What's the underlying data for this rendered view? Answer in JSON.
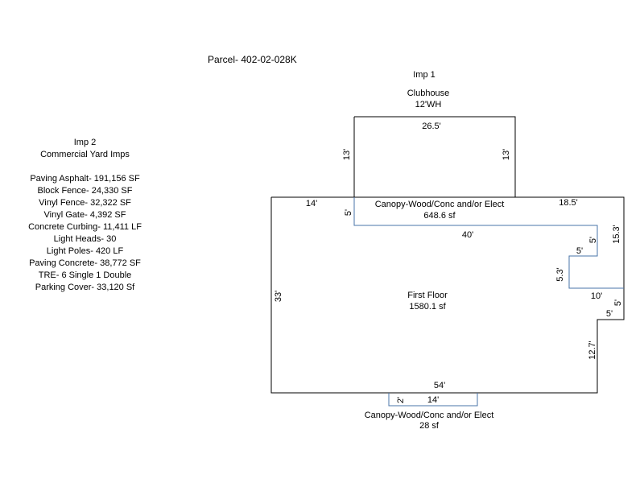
{
  "parcel": {
    "title": "Parcel- 402-02-028K"
  },
  "colors": {
    "outline": "#000000",
    "canopy": "#4a74a8"
  },
  "improvement1": {
    "label": "Imp 1",
    "name": "Clubhouse",
    "height": "12'WH"
  },
  "improvement2": {
    "label": "Imp 2",
    "name": "Commercial Yard Imps",
    "items": [
      "Paving Asphalt-  191,156 SF",
      "Block Fence- 24,330  SF",
      "Vinyl Fence- 32,322   SF",
      "Vinyl Gate- 4,392  SF",
      "Concrete Curbing- 11,411  LF",
      "Light Heads- 30",
      "Light Poles-  420 LF",
      "Paving Concrete- 38,772  SF",
      "TRE- 6 Single 1 Double",
      "Parking Cover- 33,120 Sf"
    ]
  },
  "areas": {
    "canopy_top": {
      "label": "Canopy-Wood/Conc and/or Elect",
      "area": "648.6 sf"
    },
    "first_floor": {
      "label": "First Floor",
      "area": "1580.1 sf"
    },
    "canopy_bottom": {
      "label": "Canopy-Wood/Conc and/or Elect",
      "area": "28 sf"
    }
  },
  "dims": {
    "clubhouse_top": "26.5'",
    "clubhouse_left": "13'",
    "clubhouse_right": "13'",
    "main_top_left": "14'",
    "main_top_right": "18.5'",
    "canopy_left": "5'",
    "canopy_width": "40'",
    "right_upper": "15.3'",
    "canopy_right": "5'",
    "canopy_step_h": "5'",
    "canopy_step_v": "5.3'",
    "canopy_bottom": "10'",
    "right_mid": "5'",
    "right_step": "5'",
    "right_lower": "12.7'",
    "left_side": "33'",
    "bottom": "54'",
    "small_canopy_depth": "2'",
    "small_canopy_width": "14'"
  }
}
